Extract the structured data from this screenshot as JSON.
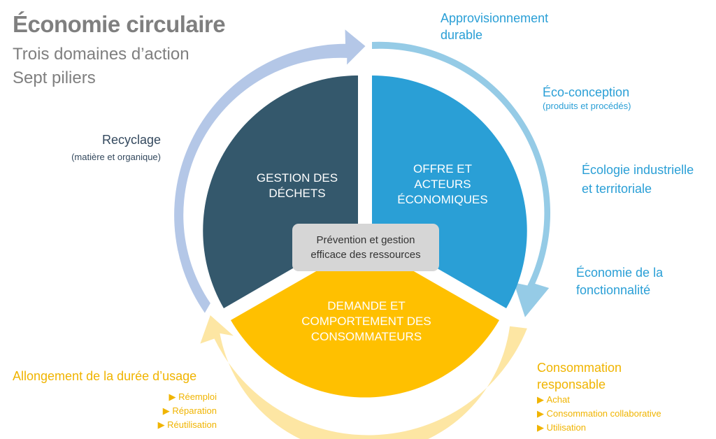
{
  "header": {
    "title": "Économie circulaire",
    "subtitle_line1": "Trois domaines d’action",
    "subtitle_line2": "Sept piliers"
  },
  "segments": {
    "gestion": {
      "line1": "GESTION DES",
      "line2": "DÉCHETS",
      "color": "#34586c"
    },
    "offre": {
      "line1": "OFFRE ET",
      "line2": "ACTEURS",
      "line3": "ÉCONOMIQUES",
      "color": "#2a9fd6"
    },
    "demande": {
      "line1": "DEMANDE ET",
      "line2": "COMPORTEMENT DES",
      "line3": "CONSOMMATEURS",
      "color": "#ffc000"
    }
  },
  "center": {
    "line1": "Prévention et gestion",
    "line2": "efficace des ressources"
  },
  "pillars": {
    "approvisionnement": {
      "line1": "Approvisionnement",
      "line2": "durable"
    },
    "eco_conception": {
      "line1": "Éco-conception",
      "detail": "(produits et procédés)"
    },
    "ecologie": {
      "line1": "Écologie industrielle",
      "line2": "et territoriale"
    },
    "fonctionnalite": {
      "line1": "Économie de la",
      "line2": "fonctionnalité"
    },
    "consommation": {
      "line1": "Consommation",
      "line2": "responsable",
      "items": [
        "Achat",
        "Consommation collaborative",
        "Utilisation"
      ]
    },
    "allongement": {
      "line1": "Allongement de la durée d’usage",
      "items": [
        "Réemploi",
        "Réparation",
        "Réutilisation"
      ]
    },
    "recyclage": {
      "line1": "Recyclage",
      "detail": "(matière et organique)"
    }
  },
  "colors": {
    "arrow_blue": "#93cde8",
    "arrow_gold": "#fde6a3",
    "arrow_periwinkle": "#b4c7e7",
    "center_box": "#d6d6d6"
  }
}
